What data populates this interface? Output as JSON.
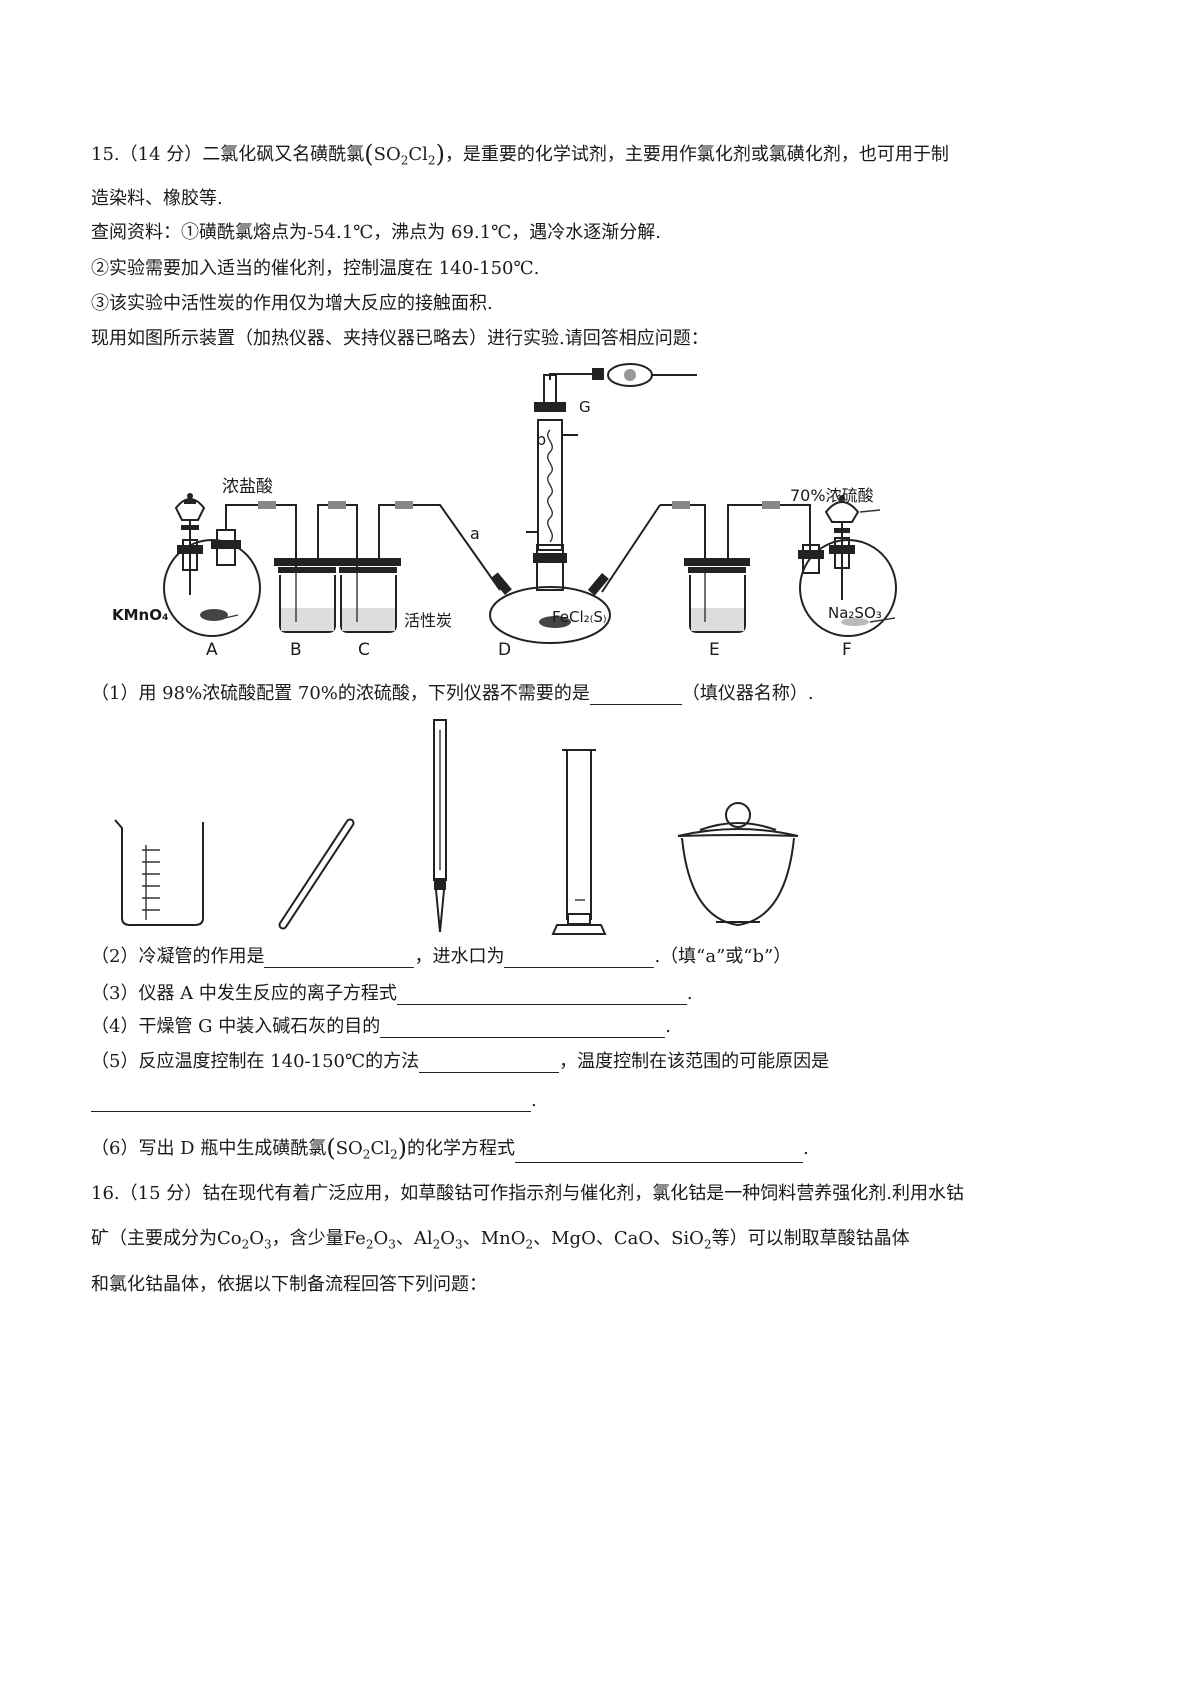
{
  "q15": {
    "number": "15.",
    "score": "（14 分）",
    "intro_a": "二氯化砜又名磺酰氯",
    "formula_so2cl2": "SO2Cl2",
    "intro_b": "，是重要的化学试剂，主要用作氯化剂或氯磺化剂，也可用于制",
    "intro_c": "造染料、橡胶等.",
    "info1": "查阅资料：①磺酰氯熔点为-54.1℃，沸点为 69.1℃，遇冷水逐渐分解.",
    "info2": "②实验需要加入适当的催化剂，控制温度在 140-150℃.",
    "info3": "③该实验中活性炭的作用仅为增大反应的接触面积.",
    "info4": "现用如图所示装置（加热仪器、夹持仪器已略去）进行实验.请回答相应问题：",
    "apparatus_labels": {
      "conc_hcl": "浓盐酸",
      "kmno4": "KMnO₄",
      "h2so4_70": "70%浓硫酸",
      "na2so3": "Na₂SO₃",
      "activated_carbon": "活性炭",
      "fecl2": "FeCl₂₍S₎",
      "a": "a",
      "b": "b",
      "G": "G",
      "A": "A",
      "B": "B",
      "C": "C",
      "D": "D",
      "E": "E",
      "F": "F"
    },
    "sub1_a": "（1）用 98%浓硫酸配置 70%的浓硫酸，下列仪器不需要的是",
    "sub1_b": "（填仪器名称）.",
    "sub2_a": "（2）冷凝管的作用是",
    "sub2_b": "，进水口为",
    "sub2_c": ".（填“a”或“b”）",
    "sub3_a": "（3）仪器 A 中发生反应的离子方程式",
    "sub3_b": ".",
    "sub4_a": "（4）干燥管 G 中装入碱石灰的目的",
    "sub4_b": ".",
    "sub5_a": "（5）反应温度控制在 140-150℃的方法",
    "sub5_b": "，温度控制在该范围的可能原因是",
    "sub5_c": ".",
    "sub6_a": "（6）写出 D 瓶中生成磺酰氯",
    "sub6_b": "的化学方程式",
    "sub6_c": "."
  },
  "q16": {
    "number": "16.",
    "score": "（15 分）",
    "line1": "钴在现代有着广泛应用，如草酸钴可作指示剂与催化剂，氯化钴是一种饲料营养强化剂.利用水钴",
    "line2_a": "矿（主要成分为",
    "f_co2o3": "Co2O3",
    "line2_b": "，含少量",
    "f_fe2o3": "Fe2O3",
    "f_al2o3": "Al2O3",
    "f_mno2": "MnO2",
    "f_mgo": "MgO",
    "f_cao": "CaO",
    "f_sio2": "SiO2",
    "sep": "、",
    "line2_c": "等）可以制取草酸钴晶体",
    "line3": "和氯化钴晶体，依据以下制备流程回答下列问题："
  }
}
